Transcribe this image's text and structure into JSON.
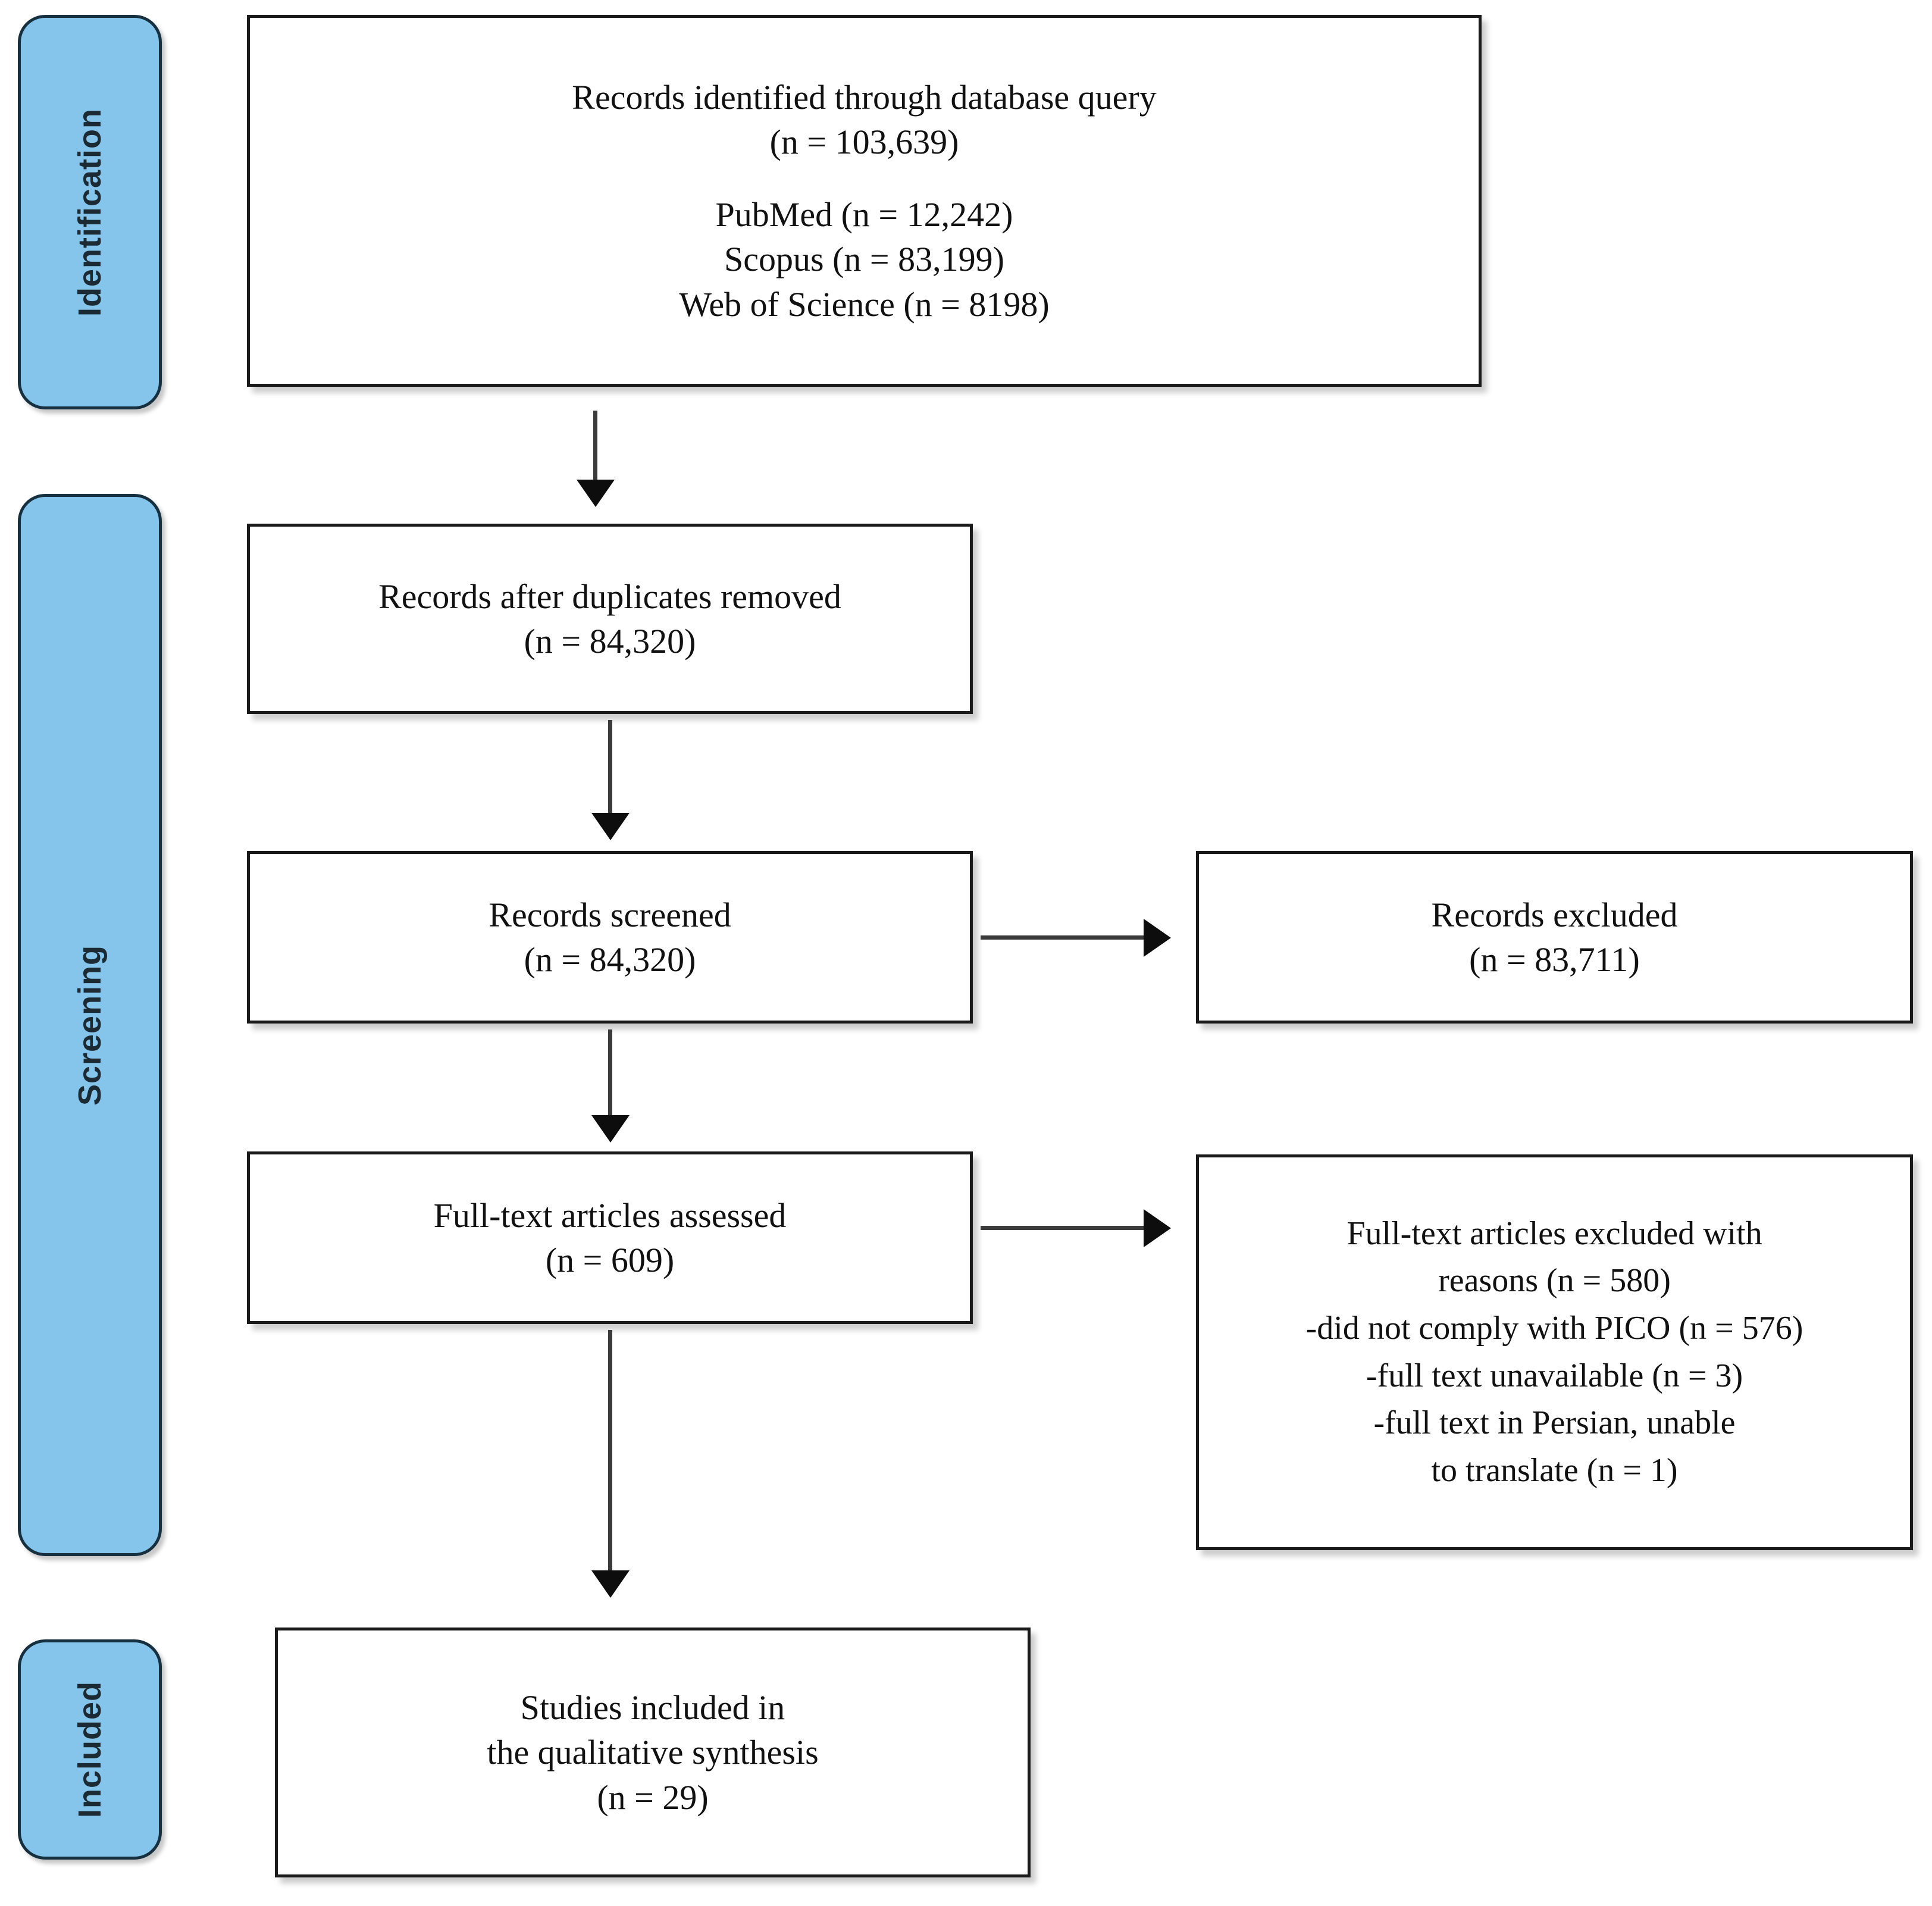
{
  "diagram": {
    "type": "prisma-flow-diagram",
    "title": "PRISMA study selection flow diagram",
    "accent_color": "#86C5EB",
    "border_color": "#1a1a1a",
    "stages": [
      {
        "id": "identification",
        "label": "Identification"
      },
      {
        "id": "screening",
        "label": "Screening"
      },
      {
        "id": "included",
        "label": "Included"
      }
    ],
    "boxes": {
      "identified": {
        "lines": [
          "Records identified through database query",
          "(n = 103,639)"
        ],
        "sources": [
          "PubMed (n = 12,242)",
          "Scopus (n = 83,199)",
          "Web of Science (n = 8198)"
        ],
        "total": 103639
      },
      "duplicates_removed": {
        "lines": [
          "Records after duplicates removed",
          "(n = 84,320)"
        ],
        "count": 84320
      },
      "screened": {
        "lines": [
          "Records screened",
          "(n = 84,320)"
        ],
        "count": 84320
      },
      "records_excluded": {
        "lines": [
          "Records excluded",
          "(n = 83,711)"
        ],
        "count": 83711
      },
      "fulltext_assessed": {
        "lines": [
          "Full-text articles assessed",
          "(n = 609)"
        ],
        "count": 609
      },
      "fulltext_excluded": {
        "heading": [
          "Full-text articles excluded with",
          "reasons (n = 580)"
        ],
        "count": 580,
        "reasons": [
          "-did not comply with PICO (n = 576)",
          "-full text unavailable (n = 3)",
          "-full text in Persian, unable",
          "to translate (n = 1)"
        ]
      },
      "included_studies": {
        "lines": [
          "Studies included in",
          "the qualitative synthesis",
          "(n = 29)"
        ],
        "count": 29
      }
    }
  }
}
